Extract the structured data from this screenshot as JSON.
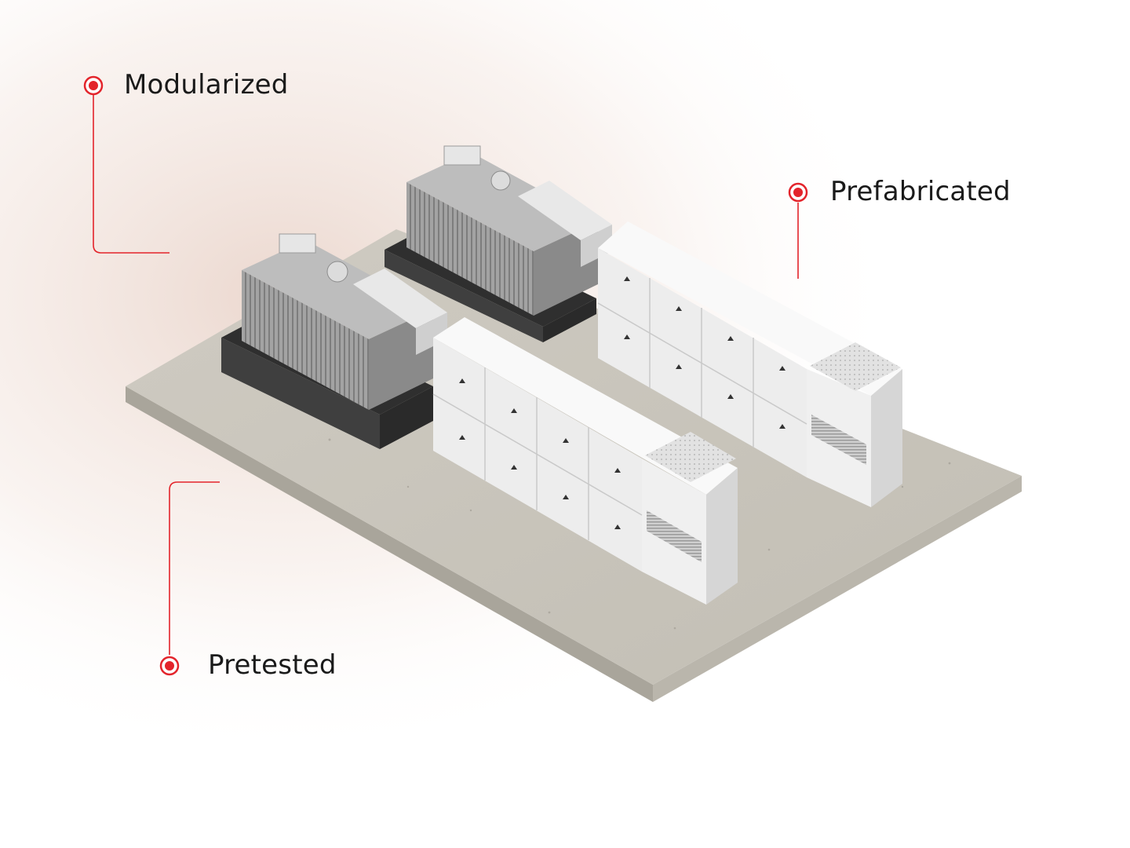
{
  "callouts": {
    "modularized": "Modularized",
    "prefabricated": "Prefabricated",
    "pretested": "Pretested"
  },
  "colors": {
    "accent": "#E3242B",
    "text": "#1A1A1A",
    "slab_top": "#C9C5BB",
    "slab_side": "#A7A398",
    "cabinet": "#F3F3F3",
    "transformer": "#9A9A9A",
    "base_frame": "#3C3C3C"
  },
  "icons": [
    "target-dot-icon",
    "warning-triangle-icon"
  ]
}
